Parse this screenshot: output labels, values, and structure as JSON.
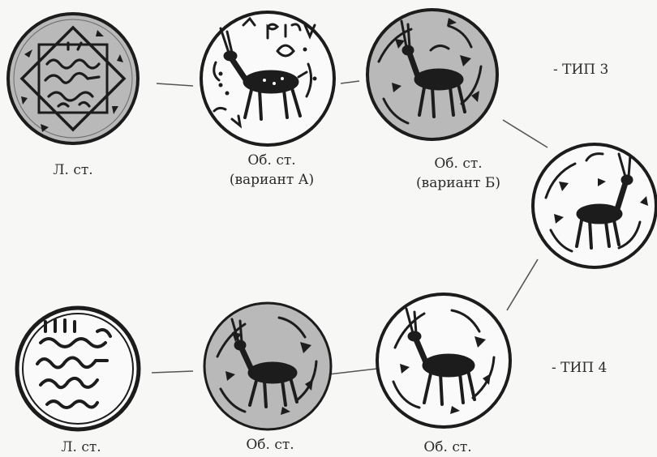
{
  "row1": {
    "captions": [
      [
        "Л. ст."
      ],
      [
        "Об. ст.",
        "(вариант А)"
      ],
      [
        "Об. ст.",
        "(вариант Б)"
      ]
    ],
    "type_label": "- ТИП 3"
  },
  "row2": {
    "captions": [
      [
        "Л. ст."
      ],
      [
        "Об. ст."
      ],
      [
        "Об. ст."
      ]
    ],
    "type_label": "- ТИП 4"
  },
  "colors": {
    "ink": "#1c1c1c",
    "shaded_fill": "#b9b9b9",
    "blank_fill": "#fafafa",
    "connector": "#555555"
  }
}
